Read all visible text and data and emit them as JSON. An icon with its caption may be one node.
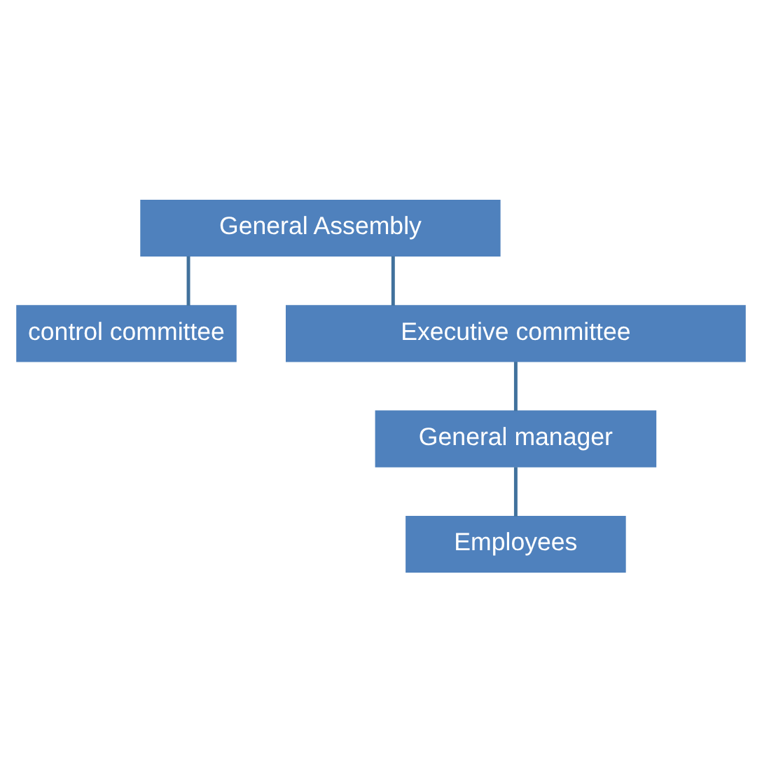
{
  "diagram": {
    "nodes": [
      {
        "text": [
          "General Assembly"
        ]
      },
      {
        "text": [
          "control committee"
        ]
      },
      {
        "text": [
          "Executive committee"
        ]
      },
      {
        "text": [
          "General manager"
        ]
      },
      {
        "text": [
          "Employees"
        ]
      }
    ],
    "edges": [
      {
        "from": 0,
        "to": 1,
        "arrow": "none"
      },
      {
        "from": 0,
        "to": 2,
        "arrow": "none"
      },
      {
        "from": 2,
        "to": 3,
        "arrow": "none"
      },
      {
        "from": 3,
        "to": 4,
        "arrow": "none"
      }
    ]
  }
}
